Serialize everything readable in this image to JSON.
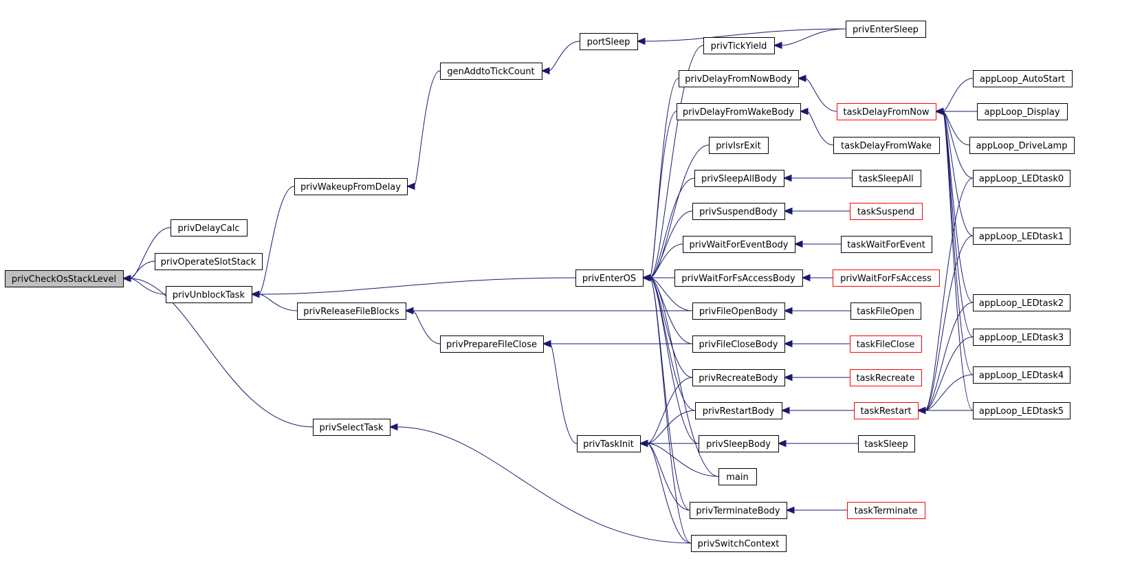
{
  "graph": {
    "colors": {
      "edge": "#191970",
      "node_border": "#000000",
      "node_border_truncated": "#ff0000",
      "root_fill": "#bfbfbf",
      "node_fill": "#ffffff"
    },
    "nodes": [
      {
        "id": "privCheckOsStackLevel",
        "label": "privCheckOsStackLevel",
        "root": true
      },
      {
        "id": "privDelayCalc",
        "label": "privDelayCalc"
      },
      {
        "id": "privOperateSlotStack",
        "label": "privOperateSlotStack"
      },
      {
        "id": "privUnblockTask",
        "label": "privUnblockTask"
      },
      {
        "id": "privSelectTask",
        "label": "privSelectTask"
      },
      {
        "id": "privWakeupFromDelay",
        "label": "privWakeupFromDelay"
      },
      {
        "id": "privReleaseFileBlocks",
        "label": "privReleaseFileBlocks"
      },
      {
        "id": "genAddtoTickCount",
        "label": "genAddtoTickCount"
      },
      {
        "id": "portSleep",
        "label": "portSleep"
      },
      {
        "id": "privPrepareFileClose",
        "label": "privPrepareFileClose"
      },
      {
        "id": "privEnterOS",
        "label": "privEnterOS"
      },
      {
        "id": "privTaskInit",
        "label": "privTaskInit"
      },
      {
        "id": "privTickYield",
        "label": "privTickYield"
      },
      {
        "id": "privDelayFromNowBody",
        "label": "privDelayFromNowBody"
      },
      {
        "id": "privDelayFromWakeBody",
        "label": "privDelayFromWakeBody"
      },
      {
        "id": "privIsrExit",
        "label": "privIsrExit"
      },
      {
        "id": "privSleepAllBody",
        "label": "privSleepAllBody"
      },
      {
        "id": "privSuspendBody",
        "label": "privSuspendBody"
      },
      {
        "id": "privWaitForEventBody",
        "label": "privWaitForEventBody"
      },
      {
        "id": "privWaitForFsAccessBody",
        "label": "privWaitForFsAccessBody"
      },
      {
        "id": "privFileOpenBody",
        "label": "privFileOpenBody"
      },
      {
        "id": "privFileCloseBody",
        "label": "privFileCloseBody"
      },
      {
        "id": "privRecreateBody",
        "label": "privRecreateBody"
      },
      {
        "id": "privRestartBody",
        "label": "privRestartBody"
      },
      {
        "id": "privSleepBody",
        "label": "privSleepBody"
      },
      {
        "id": "main",
        "label": "main"
      },
      {
        "id": "privTerminateBody",
        "label": "privTerminateBody"
      },
      {
        "id": "privSwitchContext",
        "label": "privSwitchContext"
      },
      {
        "id": "privEnterSleep",
        "label": "privEnterSleep"
      },
      {
        "id": "taskDelayFromNow",
        "label": "taskDelayFromNow",
        "truncated": true
      },
      {
        "id": "taskDelayFromWake",
        "label": "taskDelayFromWake"
      },
      {
        "id": "taskSleepAll",
        "label": "taskSleepAll"
      },
      {
        "id": "taskSuspend",
        "label": "taskSuspend",
        "truncated": true
      },
      {
        "id": "taskWaitForEvent",
        "label": "taskWaitForEvent"
      },
      {
        "id": "privWaitForFsAccess",
        "label": "privWaitForFsAccess",
        "truncated": true
      },
      {
        "id": "taskFileOpen",
        "label": "taskFileOpen"
      },
      {
        "id": "taskFileClose",
        "label": "taskFileClose",
        "truncated": true
      },
      {
        "id": "taskRecreate",
        "label": "taskRecreate",
        "truncated": true
      },
      {
        "id": "taskRestart",
        "label": "taskRestart",
        "truncated": true
      },
      {
        "id": "taskSleep",
        "label": "taskSleep"
      },
      {
        "id": "taskTerminate",
        "label": "taskTerminate",
        "truncated": true
      },
      {
        "id": "appLoop_AutoStart",
        "label": "appLoop_AutoStart"
      },
      {
        "id": "appLoop_Display",
        "label": "appLoop_Display"
      },
      {
        "id": "appLoop_DriveLamp",
        "label": "appLoop_DriveLamp"
      },
      {
        "id": "appLoop_LEDtask0",
        "label": "appLoop_LEDtask0"
      },
      {
        "id": "appLoop_LEDtask1",
        "label": "appLoop_LEDtask1"
      },
      {
        "id": "appLoop_LEDtask2",
        "label": "appLoop_LEDtask2"
      },
      {
        "id": "appLoop_LEDtask3",
        "label": "appLoop_LEDtask3"
      },
      {
        "id": "appLoop_LEDtask4",
        "label": "appLoop_LEDtask4"
      },
      {
        "id": "appLoop_LEDtask5",
        "label": "appLoop_LEDtask5"
      }
    ],
    "edges": [
      [
        "privDelayCalc",
        "privCheckOsStackLevel"
      ],
      [
        "privOperateSlotStack",
        "privCheckOsStackLevel"
      ],
      [
        "privUnblockTask",
        "privCheckOsStackLevel"
      ],
      [
        "privSelectTask",
        "privCheckOsStackLevel"
      ],
      [
        "privWakeupFromDelay",
        "privUnblockTask"
      ],
      [
        "privReleaseFileBlocks",
        "privUnblockTask"
      ],
      [
        "privEnterOS",
        "privUnblockTask"
      ],
      [
        "genAddtoTickCount",
        "privWakeupFromDelay"
      ],
      [
        "portSleep",
        "genAddtoTickCount"
      ],
      [
        "privEnterSleep",
        "portSleep"
      ],
      [
        "privPrepareFileClose",
        "privReleaseFileBlocks"
      ],
      [
        "privFileOpenBody",
        "privReleaseFileBlocks"
      ],
      [
        "privFileCloseBody",
        "privPrepareFileClose"
      ],
      [
        "privTaskInit",
        "privPrepareFileClose"
      ],
      [
        "privSwitchContext",
        "privSelectTask"
      ],
      [
        "privTickYield",
        "privEnterOS"
      ],
      [
        "privDelayFromNowBody",
        "privEnterOS"
      ],
      [
        "privDelayFromWakeBody",
        "privEnterOS"
      ],
      [
        "privIsrExit",
        "privEnterOS"
      ],
      [
        "privSleepAllBody",
        "privEnterOS"
      ],
      [
        "privSuspendBody",
        "privEnterOS"
      ],
      [
        "privWaitForEventBody",
        "privEnterOS"
      ],
      [
        "privWaitForFsAccessBody",
        "privEnterOS"
      ],
      [
        "privFileOpenBody",
        "privEnterOS"
      ],
      [
        "privFileCloseBody",
        "privEnterOS"
      ],
      [
        "privRecreateBody",
        "privEnterOS"
      ],
      [
        "privRestartBody",
        "privEnterOS"
      ],
      [
        "privSleepBody",
        "privEnterOS"
      ],
      [
        "main",
        "privEnterOS"
      ],
      [
        "privTerminateBody",
        "privEnterOS"
      ],
      [
        "privSwitchContext",
        "privEnterOS"
      ],
      [
        "privRecreateBody",
        "privTaskInit"
      ],
      [
        "privRestartBody",
        "privTaskInit"
      ],
      [
        "privSleepBody",
        "privTaskInit"
      ],
      [
        "main",
        "privTaskInit"
      ],
      [
        "privTerminateBody",
        "privTaskInit"
      ],
      [
        "privSwitchContext",
        "privTaskInit"
      ],
      [
        "privEnterSleep",
        "privTickYield"
      ],
      [
        "taskDelayFromNow",
        "privDelayFromNowBody"
      ],
      [
        "taskDelayFromWake",
        "privDelayFromWakeBody"
      ],
      [
        "taskSleepAll",
        "privSleepAllBody"
      ],
      [
        "taskSuspend",
        "privSuspendBody"
      ],
      [
        "taskWaitForEvent",
        "privWaitForEventBody"
      ],
      [
        "privWaitForFsAccess",
        "privWaitForFsAccessBody"
      ],
      [
        "taskFileOpen",
        "privFileOpenBody"
      ],
      [
        "taskFileClose",
        "privFileCloseBody"
      ],
      [
        "taskRecreate",
        "privRecreateBody"
      ],
      [
        "taskRestart",
        "privRestartBody"
      ],
      [
        "taskSleep",
        "privSleepBody"
      ],
      [
        "taskTerminate",
        "privTerminateBody"
      ],
      [
        "appLoop_AutoStart",
        "taskDelayFromNow"
      ],
      [
        "appLoop_Display",
        "taskDelayFromNow"
      ],
      [
        "appLoop_DriveLamp",
        "taskDelayFromNow"
      ],
      [
        "appLoop_LEDtask0",
        "taskDelayFromNow"
      ],
      [
        "appLoop_LEDtask1",
        "taskDelayFromNow"
      ],
      [
        "appLoop_LEDtask2",
        "taskDelayFromNow"
      ],
      [
        "appLoop_LEDtask3",
        "taskDelayFromNow"
      ],
      [
        "appLoop_LEDtask4",
        "taskDelayFromNow"
      ],
      [
        "appLoop_LEDtask5",
        "taskDelayFromNow"
      ],
      [
        "appLoop_LEDtask0",
        "taskRestart"
      ],
      [
        "appLoop_LEDtask1",
        "taskRestart"
      ],
      [
        "appLoop_LEDtask2",
        "taskRestart"
      ],
      [
        "appLoop_LEDtask3",
        "taskRestart"
      ],
      [
        "appLoop_LEDtask4",
        "taskRestart"
      ],
      [
        "appLoop_LEDtask5",
        "taskRestart"
      ]
    ]
  }
}
